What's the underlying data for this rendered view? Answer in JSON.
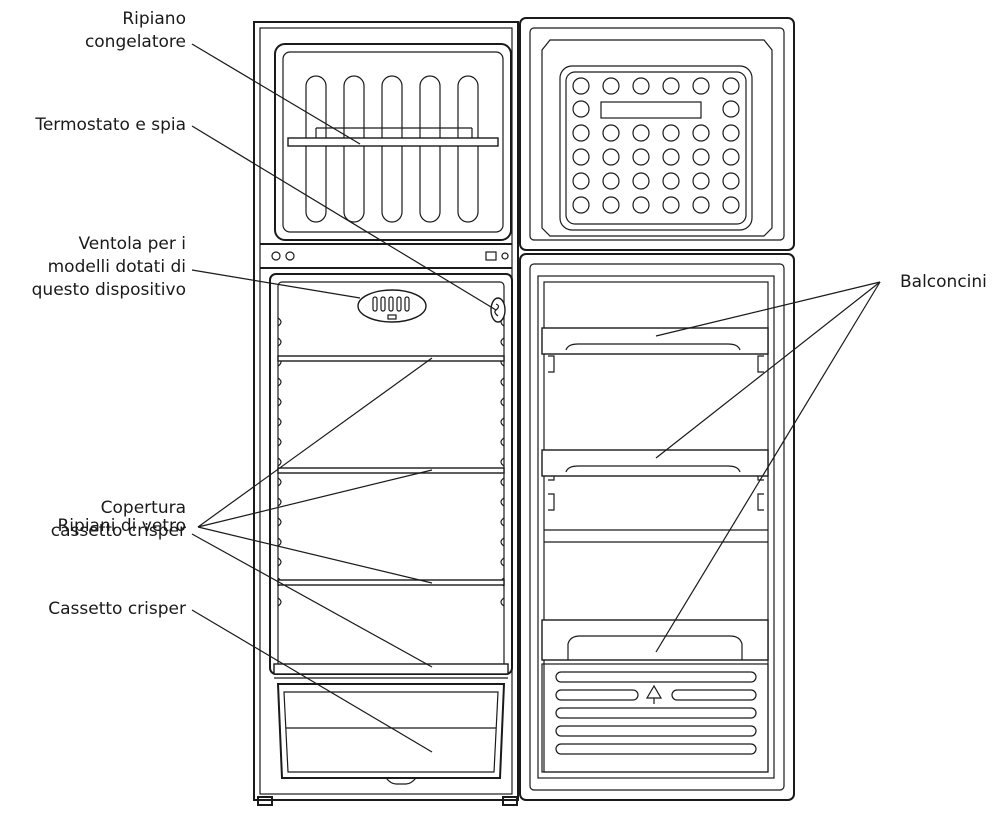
{
  "labels": {
    "ripiano_congelatore": [
      "Ripiano",
      "congelatore"
    ],
    "termostato": [
      "Termostato e spia"
    ],
    "ventola": [
      "Ventola per i",
      "modelli dotati di",
      "questo dispositivo"
    ],
    "ripiani_vetro": [
      "Ripiani di vetro"
    ],
    "copertura_crisper": [
      "Copertura",
      "cassetto crisper"
    ],
    "cassetto_crisper": [
      "Cassetto crisper"
    ],
    "balconcini": [
      "Balconcini"
    ]
  },
  "colors": {
    "line": "#1a1a1a",
    "background": "#ffffff"
  }
}
